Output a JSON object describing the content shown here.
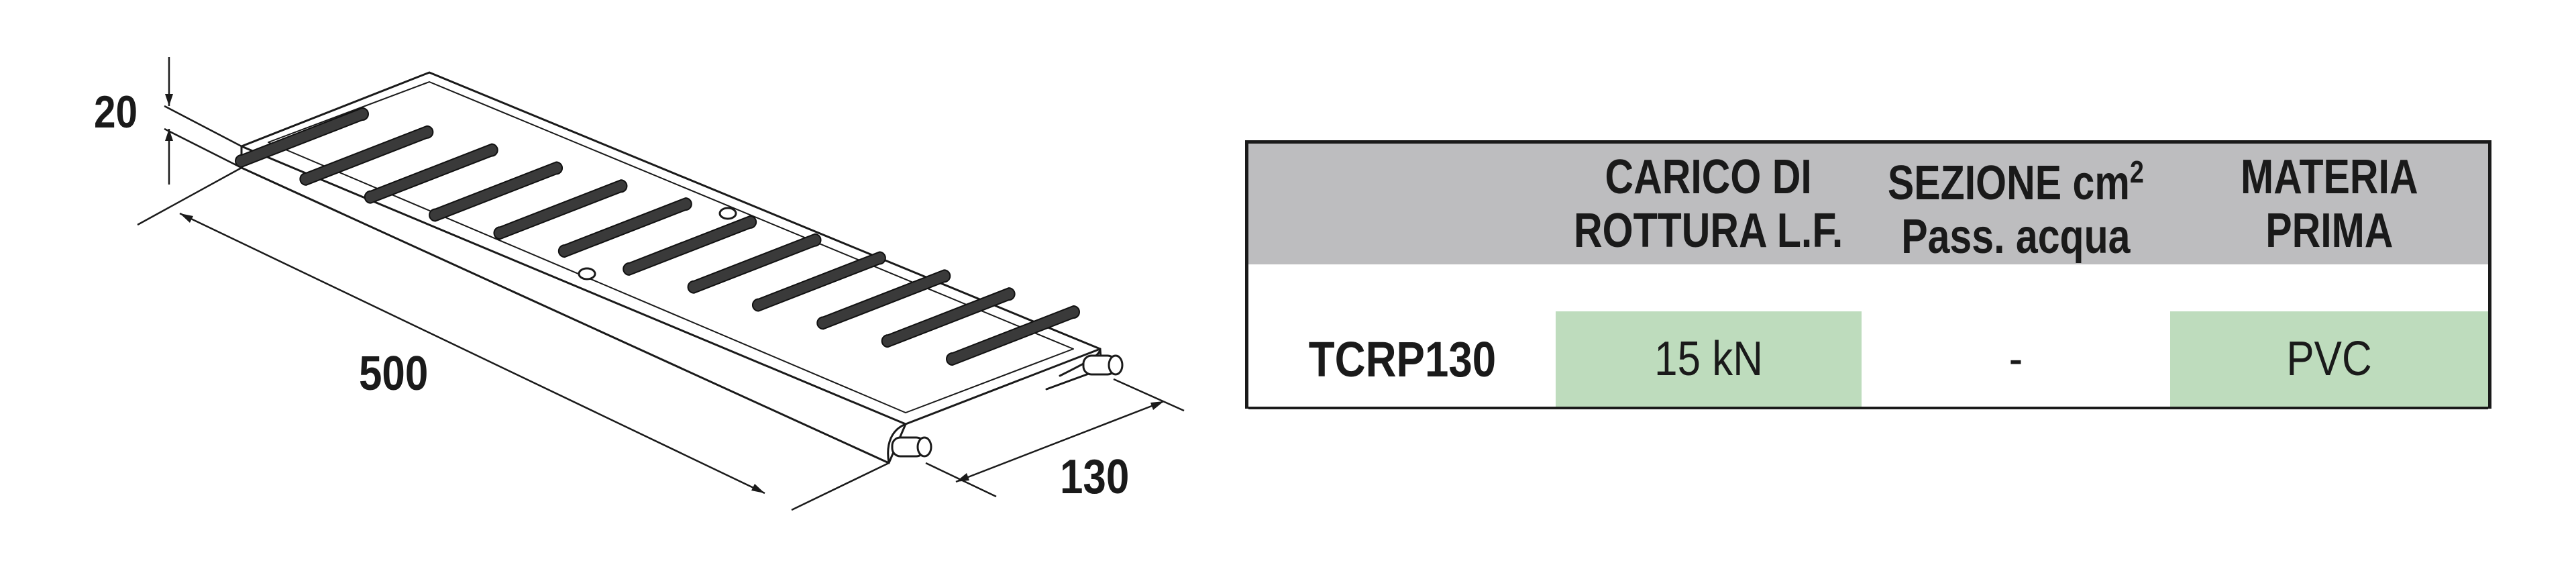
{
  "dimensions": {
    "height": "20",
    "length": "500",
    "width": "130"
  },
  "table": {
    "headers": {
      "col2_line1": "CARICO DI",
      "col2_line2": "ROTTURA L.F.",
      "col3_line1_prefix": "SEZIONE cm",
      "col3_sup": "2",
      "col3_line2": "Pass. acqua",
      "col4_line1": "MATERIA",
      "col4_line2": "PRIMA"
    },
    "row": {
      "code": "TCRP130",
      "load": "15 kN",
      "section": "-",
      "material": "PVC"
    }
  },
  "colors": {
    "header_bg": "#bdbdbf",
    "highlight_green": "#bedcbd",
    "line": "#1a1a1a"
  }
}
